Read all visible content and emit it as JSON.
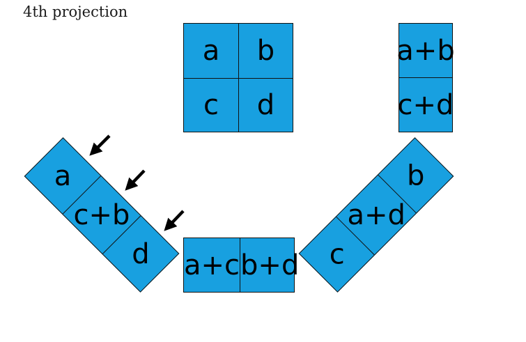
{
  "title": "4th projection",
  "colors": {
    "cell_fill": "#18a0e0",
    "cell_border": "#111111",
    "text": "#000000",
    "arrow": "#000000"
  },
  "matrix": {
    "cells": [
      "a",
      "b",
      "c",
      "d"
    ]
  },
  "row_sums": {
    "cells": [
      "a+b",
      "c+d"
    ]
  },
  "col_sums": {
    "cells": [
      "a+c",
      "b+d"
    ]
  },
  "diag_projection": {
    "cells": [
      "a",
      "c+b",
      "d"
    ]
  },
  "antidiag_projection": {
    "cells": [
      "c",
      "a+d",
      "b"
    ]
  },
  "icons": {
    "arrow": "arrow-pointing-down-left"
  }
}
